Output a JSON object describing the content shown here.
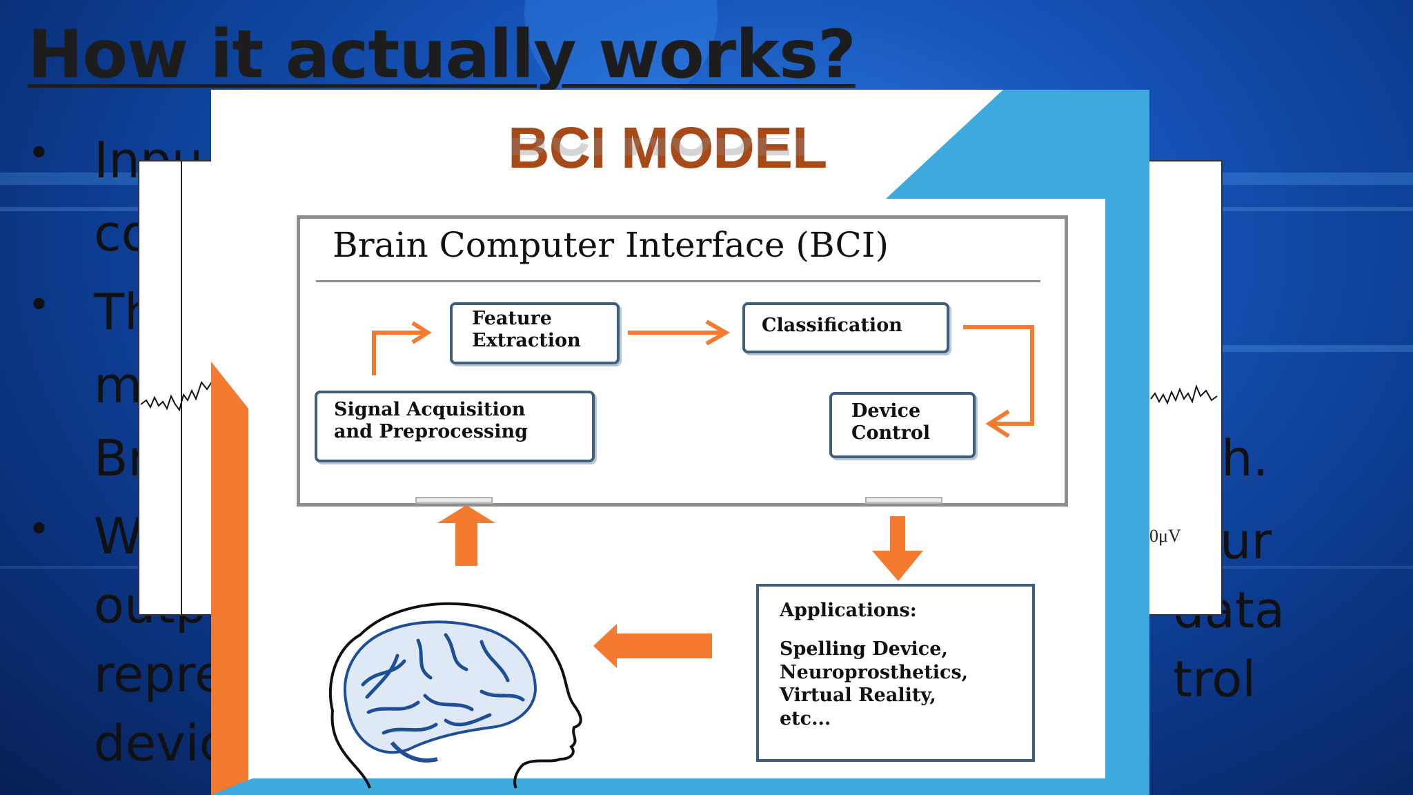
{
  "slide": {
    "title": "How it actually works?",
    "bullets": [
      {
        "marker": "•",
        "lines": [
          "Inpu",
          "co"
        ]
      },
      {
        "marker": "•",
        "lines": [
          "Th",
          "m",
          "Br"
        ]
      },
      {
        "marker": "•",
        "lines": [
          "W",
          "outp",
          "repre",
          "devic"
        ]
      }
    ],
    "right_fragments": {
      "line_b1": "h.",
      "line_w1": "ur",
      "line_w2": "data",
      "line_w3": "trol"
    }
  },
  "signal_window": {
    "amplitude_label": "0μV"
  },
  "bci_model": {
    "heading": "BCI MODEL",
    "frame_title": "Brain Computer Interface (BCI)",
    "blocks": {
      "signal_acquisition": [
        "Signal Acquisition",
        "and Preprocessing"
      ],
      "feature_extraction": [
        "Feature",
        "Extraction"
      ],
      "classification": [
        "Classification"
      ],
      "device_control": [
        "Device",
        "Control"
      ]
    },
    "applications": {
      "heading": "Applications:",
      "items": [
        "Spelling Device,",
        "Neuroprosthetics,",
        "Virtual Reality,",
        "etc..."
      ]
    },
    "accent_color": "#f47a30",
    "box_border_color": "#3f5d7c",
    "background_accent": "#3da9dc"
  }
}
